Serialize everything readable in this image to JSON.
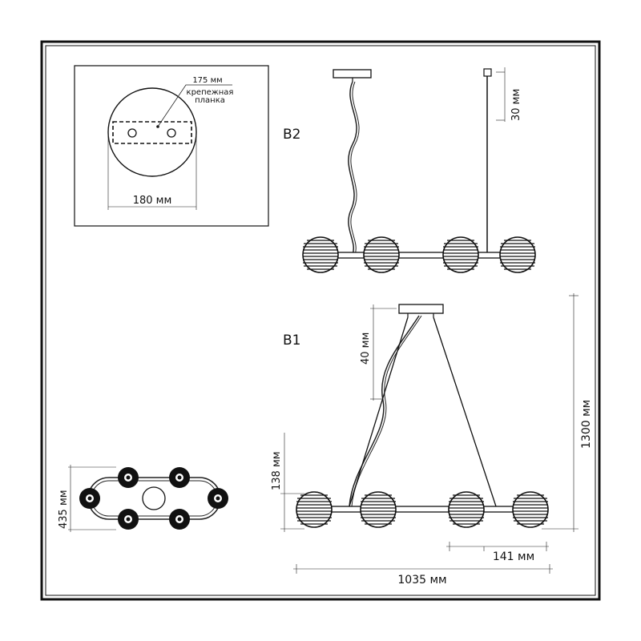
{
  "mounting_plate": {
    "label_175": "175 мм",
    "label_bracket_line1": "крепежная",
    "label_bracket_line2": "планка",
    "label_180": "180 мм"
  },
  "view_b2": {
    "label": "B2",
    "dim_30": "30 мм"
  },
  "view_b1": {
    "label": "B1",
    "dim_40": "40 мм",
    "dim_138": "138 мм",
    "dim_1300": "1300 мм",
    "dim_141": "141 мм",
    "dim_1035": "1035 мм"
  },
  "top_view": {
    "dim_435": "435 мм"
  }
}
